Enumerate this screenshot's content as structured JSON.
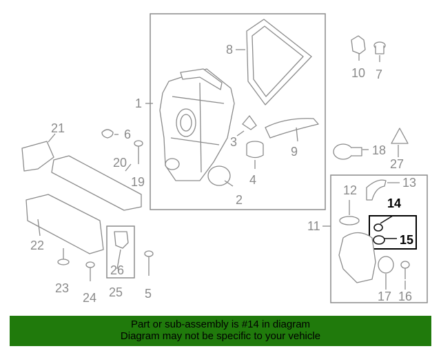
{
  "labels": {
    "p1": "1",
    "p2": "2",
    "p3": "3",
    "p4": "4",
    "p5": "5",
    "p6": "6",
    "p7": "7",
    "p8": "8",
    "p9": "9",
    "p10": "10",
    "p11": "11",
    "p12": "12",
    "p13": "13",
    "p14": "14",
    "p15": "15",
    "p16": "16",
    "p17": "17",
    "p18": "18",
    "p19": "19",
    "p20": "20",
    "p21": "21",
    "p22": "22",
    "p23": "23",
    "p24": "24",
    "p25": "25",
    "p26": "26",
    "p27": "27"
  },
  "highlight_part": "14",
  "colors": {
    "footer_bg": "#207a0c",
    "line": "#8a8a8a",
    "highlight": "#000000"
  },
  "footer": {
    "line1": "Part or sub-assembly is #14 in diagram",
    "line2": "Diagram may not be specific to your vehicle"
  }
}
